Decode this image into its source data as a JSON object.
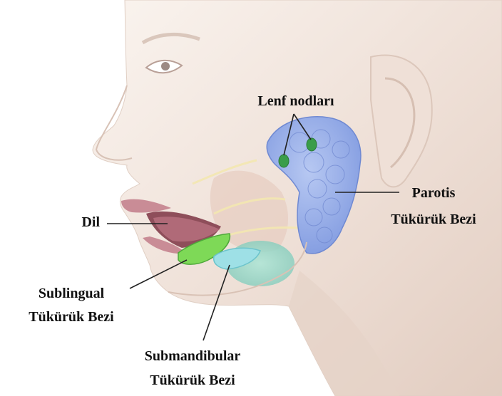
{
  "labels": {
    "lymph_nodes": "Lenf nodları",
    "parotid_line1": "Parotis",
    "parotid_line2": "Tükürük Bezi",
    "tongue": "Dil",
    "sublingual_line1": "Sublingual",
    "sublingual_line2": "Tükürük Bezi",
    "submandibular_line1": "Submandibular",
    "submandibular_line2": "Tükürük Bezi"
  },
  "colors": {
    "skin_light": "#f6eee8",
    "skin_mid": "#ead7cc",
    "skin_shadow": "#d9c2b5",
    "parotid_gland": "#8fa9e8",
    "lymph_node": "#3a9d4a",
    "sublingual_gland": "#7ed957",
    "submandibular_gland": "#9ee0e6",
    "submandibular_outer": "#8fd0c4",
    "lips": "#c98c96",
    "tongue": "#b06a78",
    "leader_line": "#222222",
    "nerve": "#f3e7b0"
  }
}
